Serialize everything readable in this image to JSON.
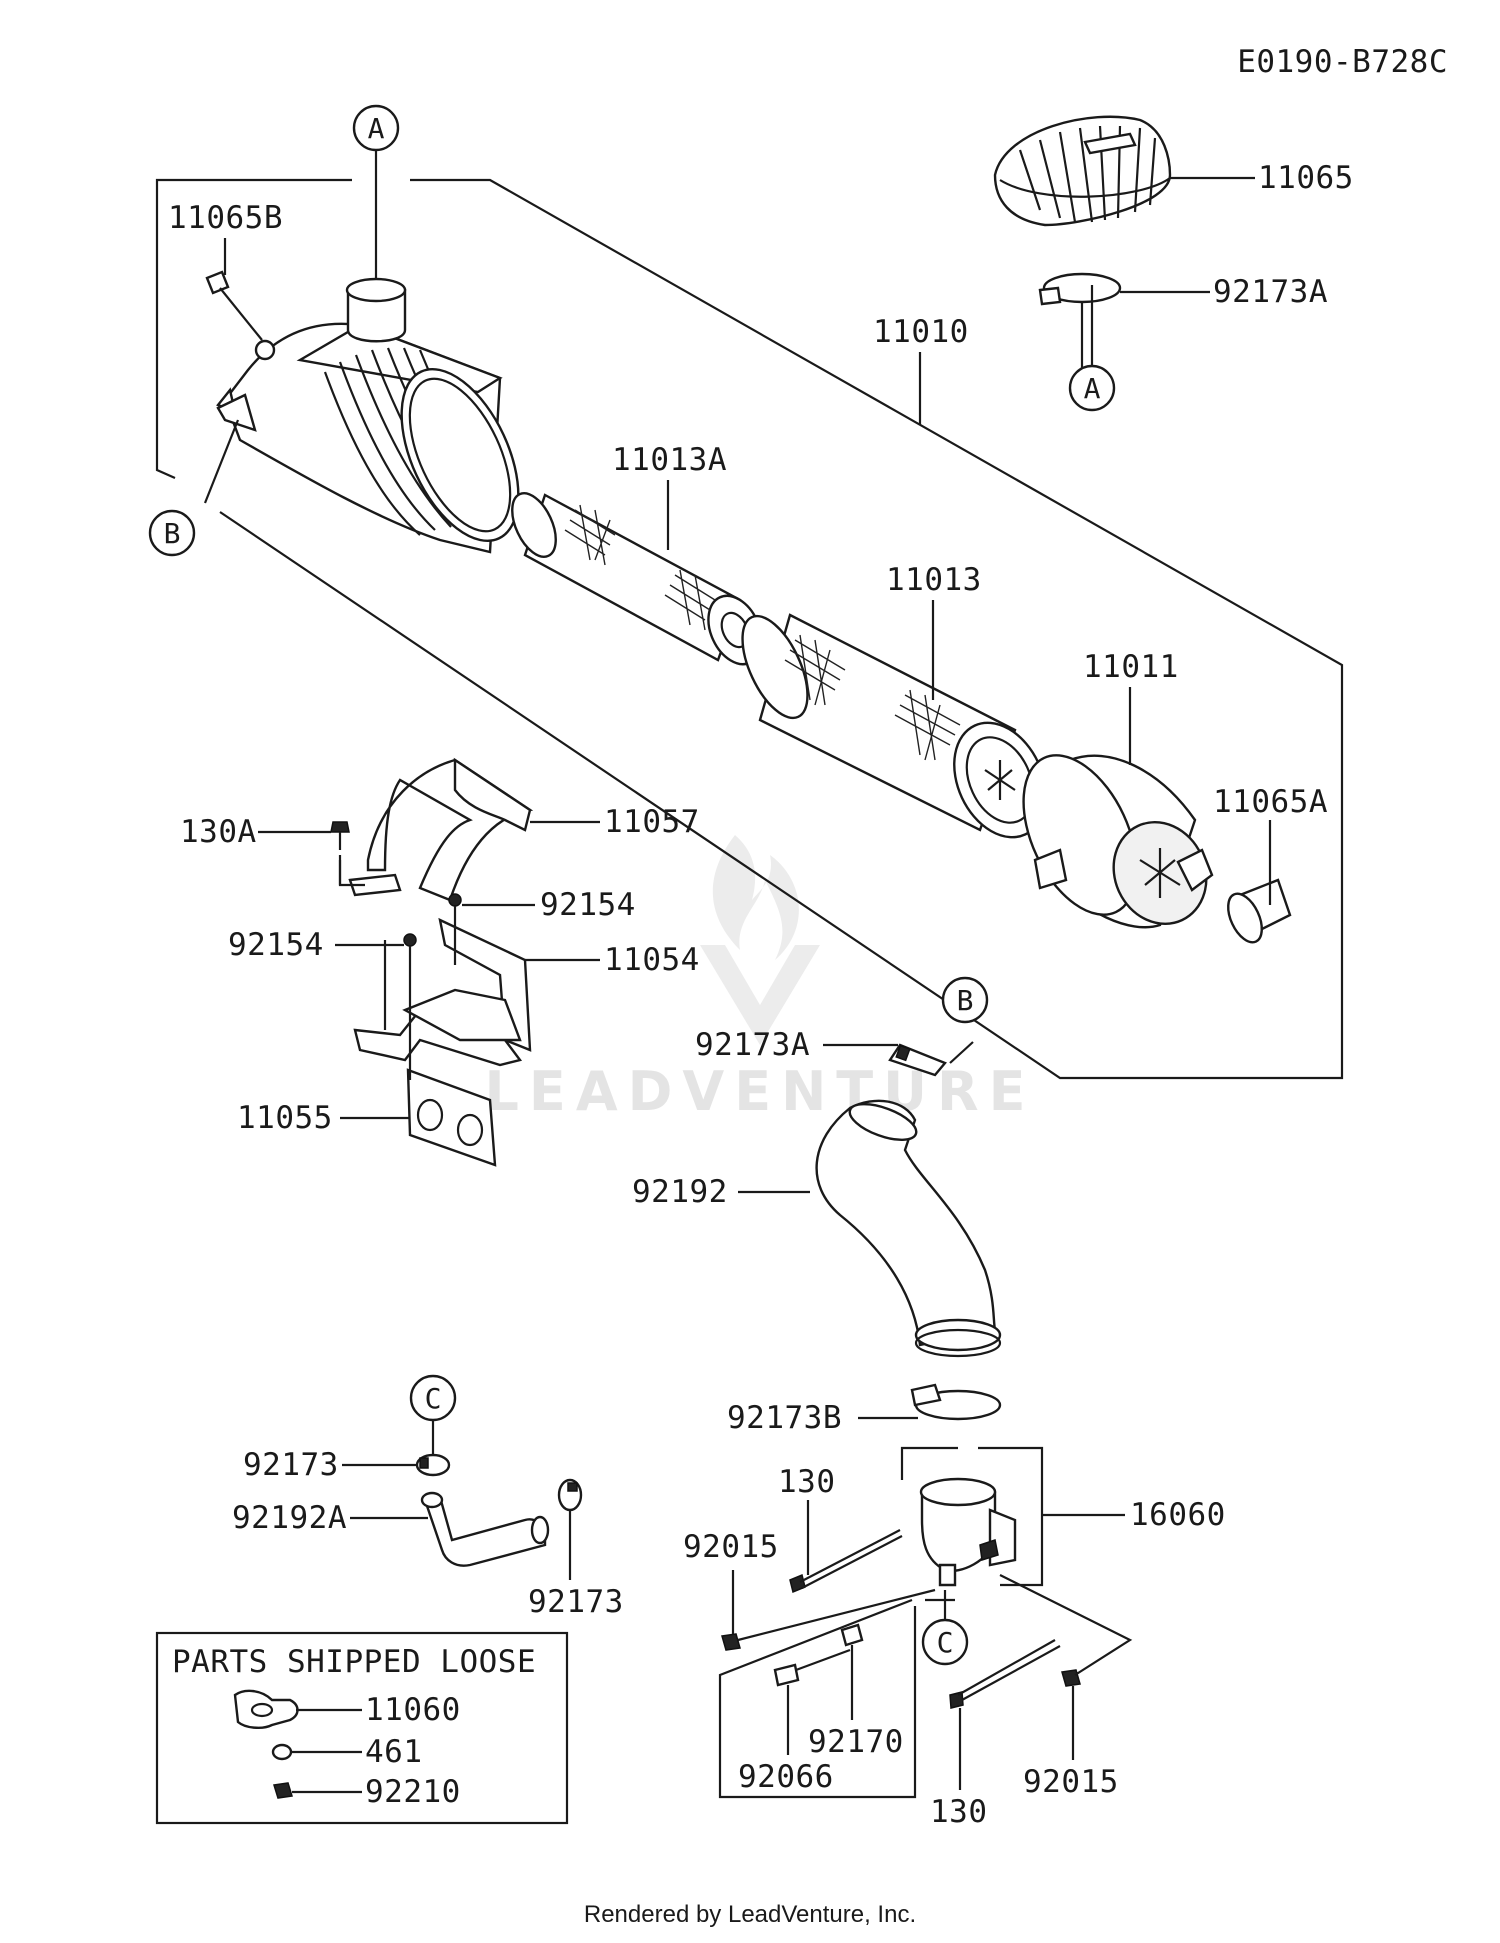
{
  "diagram_id": "E0190-B728C",
  "watermark": "LEADVENTURE",
  "footer": "Rendered by LeadVenture, Inc.",
  "callouts": {
    "a_top": "A",
    "a_right": "A",
    "b_left": "B",
    "b_mid": "B",
    "c_left": "C",
    "c_bottom": "C"
  },
  "part_labels": {
    "p11065": "11065",
    "p92173A_top": "92173A",
    "p11065B": "11065B",
    "p11010": "11010",
    "p11013A": "11013A",
    "p11013": "11013",
    "p11011": "11011",
    "p11065A": "11065A",
    "p130A": "130A",
    "p11057": "11057",
    "p92154_right": "92154",
    "p92154_left": "92154",
    "p11054": "11054",
    "p92173A_mid": "92173A",
    "p11055": "11055",
    "p92192": "92192",
    "p92173B": "92173B",
    "p92173_left": "92173",
    "p92192A": "92192A",
    "p92173_bottom": "92173",
    "p130_top": "130",
    "p16060": "16060",
    "p92015_left": "92015",
    "p92170": "92170",
    "p92066": "92066",
    "p130_bottom": "130",
    "p92015_right": "92015"
  },
  "loose_parts": {
    "title": "PARTS SHIPPED LOOSE",
    "items": [
      "11060",
      "461",
      "92210"
    ]
  }
}
